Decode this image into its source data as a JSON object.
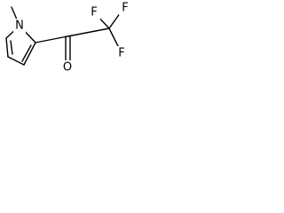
{
  "molecule": {
    "atoms": {
      "nitrogen": "N",
      "fluorine_1": "F",
      "fluorine_2": "F",
      "fluorine_3": "F",
      "oxygen": "O"
    }
  }
}
